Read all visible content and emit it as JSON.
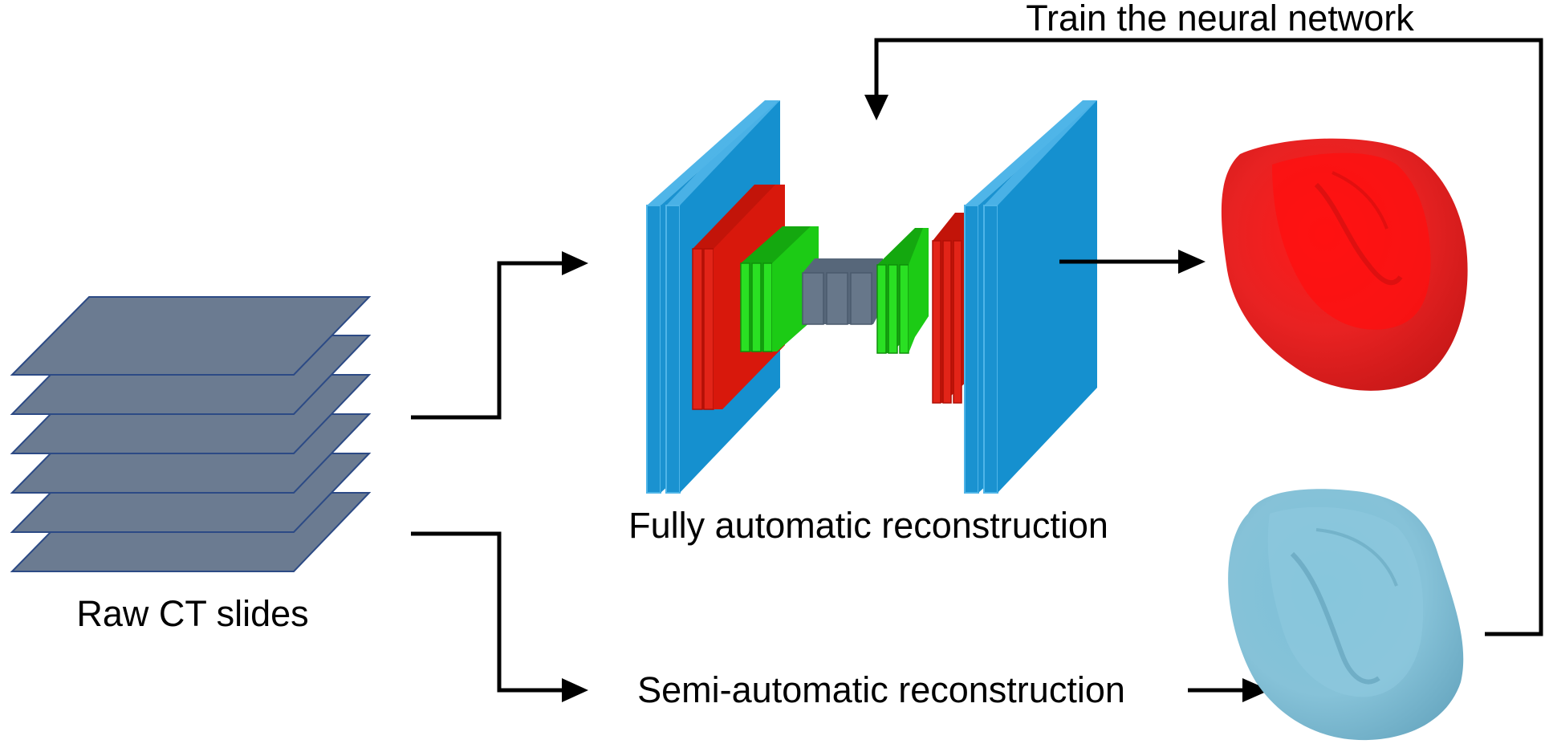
{
  "labels": {
    "feedback": "Train the neural network",
    "fully_auto": "Fully automatic reconstruction",
    "semi_auto": "Semi-automatic reconstruction",
    "raw_ct": "Raw CT slides"
  },
  "colors": {
    "slide_fill": "#6b7b91",
    "slide_edge": "#2c4a85",
    "layer_blue": "#1a92d0",
    "layer_blue_edge": "#4fb5e8",
    "layer_red": "#d8180c",
    "layer_green": "#1ccb15",
    "layer_grey": "#67778a",
    "heart_red": "#e62a2a",
    "heart_blue": "#7fbed6",
    "arrow": "#000000"
  },
  "icons": {
    "ct_stack": "stacked-ct-slices-icon",
    "network": "encoder-decoder-network-icon",
    "heart_auto": "red-heart-model-icon",
    "heart_semi": "blue-heart-model-icon"
  }
}
